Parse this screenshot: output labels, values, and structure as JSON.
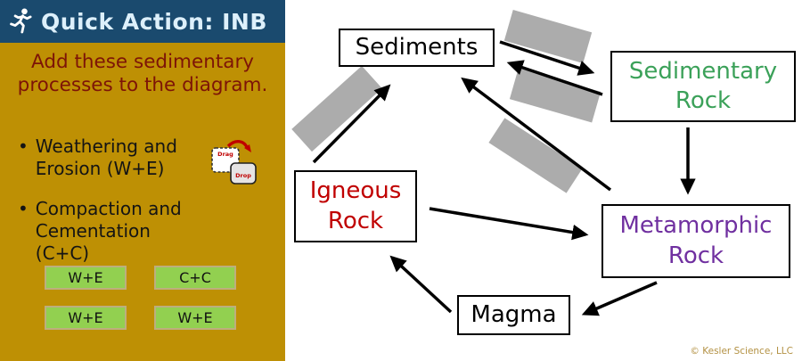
{
  "header": {
    "title": "Quick Action: INB"
  },
  "sidebar": {
    "instruction": "Add these sedimentary processes to the diagram.",
    "bullets": [
      "Weathering and Erosion (W+E)",
      "Compaction and Cementation (C+C)"
    ],
    "drag_icon": {
      "drag_label": "Drag",
      "drop_label": "Drop"
    },
    "chips": [
      "W+E",
      "C+C",
      "W+E",
      "W+E"
    ],
    "chip_color": "#92D050"
  },
  "diagram": {
    "nodes": {
      "sediments": {
        "label": "Sediments",
        "color": "#000000"
      },
      "sedimentary": {
        "label": "Sedimentary Rock",
        "color": "#3BA159"
      },
      "igneous": {
        "label": "Igneous Rock",
        "color": "#C00000"
      },
      "metamorphic": {
        "label": "Metamorphic Rock",
        "color": "#7030A0"
      },
      "magma": {
        "label": "Magma",
        "color": "#000000"
      }
    },
    "edges": [
      {
        "from": "igneous",
        "to": "sediments"
      },
      {
        "from": "sediments",
        "to": "sedimentary"
      },
      {
        "from": "sedimentary",
        "to": "sediments"
      },
      {
        "from": "metamorphic",
        "to": "sediments"
      },
      {
        "from": "sedimentary",
        "to": "metamorphic"
      },
      {
        "from": "igneous",
        "to": "metamorphic"
      },
      {
        "from": "magma",
        "to": "igneous"
      },
      {
        "from": "metamorphic",
        "to": "magma"
      }
    ],
    "blank_drop_zone_count": 4
  },
  "footer": {
    "credit": "© Kesler Science, LLC"
  },
  "colors": {
    "header_bg": "#1A4A6E",
    "sidebar_bg": "#BE9004",
    "instruction_text": "#7D1407",
    "blank_fill": "#ACACAC"
  }
}
